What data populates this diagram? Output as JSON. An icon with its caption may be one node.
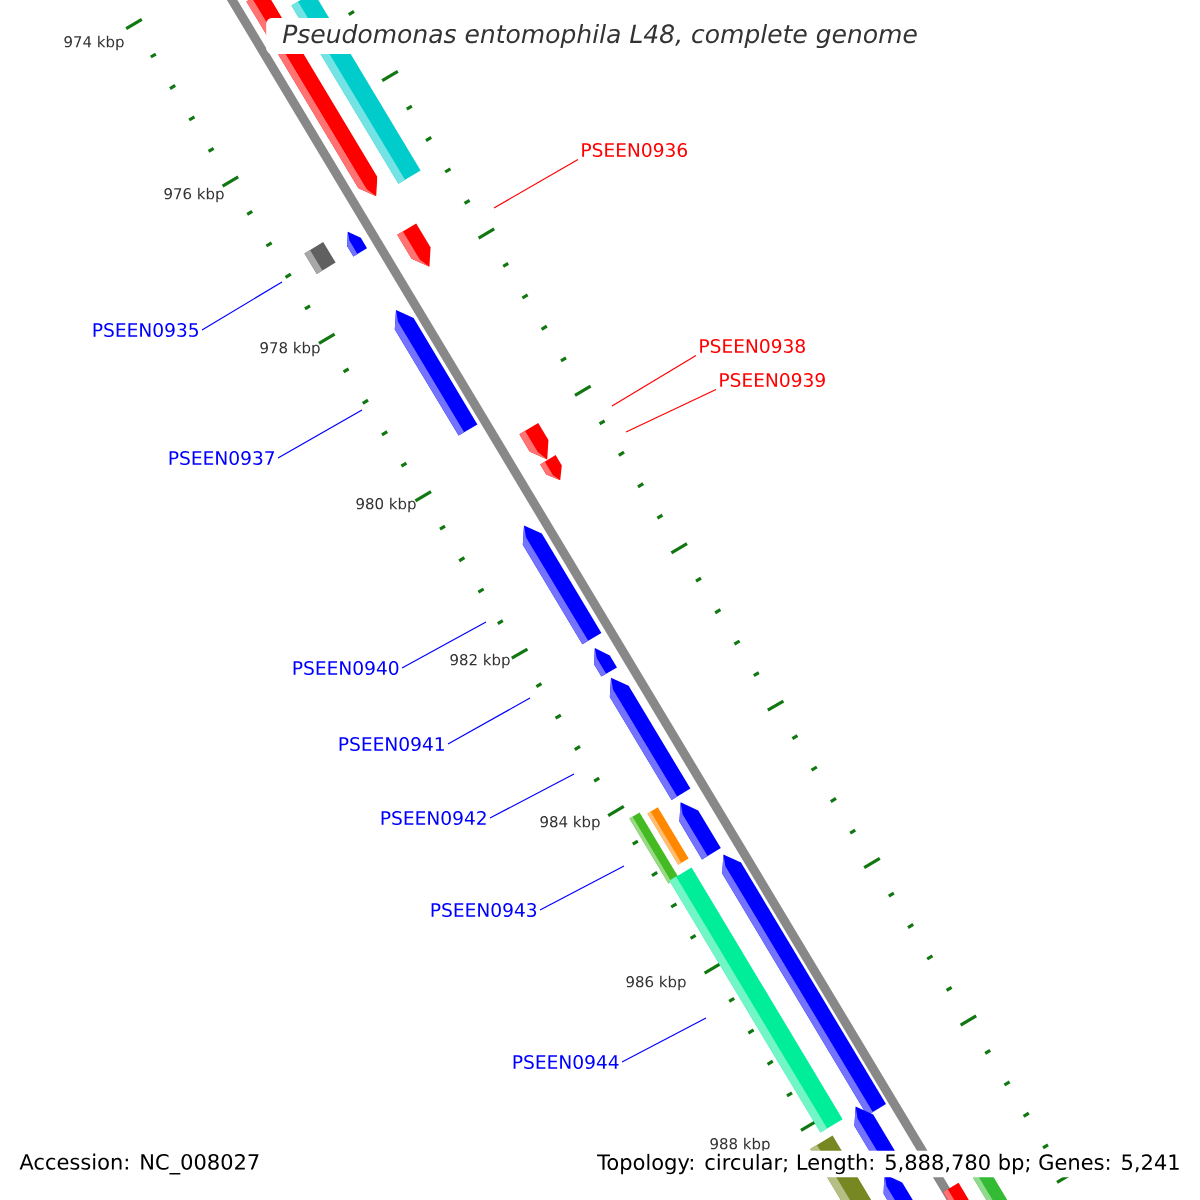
{
  "diagram": {
    "title": "Pseudomonas entomophila L48, complete genome",
    "nodes": [
      {
        "text": [
          "PSEEN0936"
        ]
      },
      {
        "text": [
          "PSEEN0935"
        ]
      },
      {
        "text": [
          "PSEEN0938"
        ]
      },
      {
        "text": [
          "PSEEN0939"
        ]
      },
      {
        "text": [
          "PSEEN0937"
        ]
      },
      {
        "text": [
          "PSEEN0940"
        ]
      },
      {
        "text": [
          "PSEEN0941"
        ]
      },
      {
        "text": [
          "PSEEN0942"
        ]
      },
      {
        "text": [
          "PSEEN0943"
        ]
      },
      {
        "text": [
          "PSEEN0944"
        ]
      }
    ],
    "edges": [
      {
        "from": 0,
        "to": null,
        "arrow": "none",
        "color": "#ff0000"
      },
      {
        "from": 1,
        "to": null,
        "arrow": "none"
      },
      {
        "from": 2,
        "to": null,
        "arrow": "none",
        "color": "#ff0000"
      },
      {
        "from": 3,
        "to": null,
        "arrow": "none",
        "color": "#ff0000"
      },
      {
        "from": 4,
        "to": null,
        "arrow": "none"
      },
      {
        "from": 5,
        "to": null,
        "arrow": "none"
      },
      {
        "from": 6,
        "to": null,
        "arrow": "none"
      },
      {
        "from": 7,
        "to": null,
        "arrow": "none"
      },
      {
        "from": 8,
        "to": null,
        "arrow": "none"
      },
      {
        "from": 9,
        "to": null,
        "arrow": "none"
      }
    ],
    "labels": [
      "974 kbp",
      "976 kbp",
      "978 kbp",
      "980 kbp",
      "982 kbp",
      "984 kbp",
      "986 kbp",
      "988 kbp",
      "Accession: NC_008027",
      "Topology: circular; Length: 5,888,780 bp; Genes: 5,241"
    ]
  }
}
